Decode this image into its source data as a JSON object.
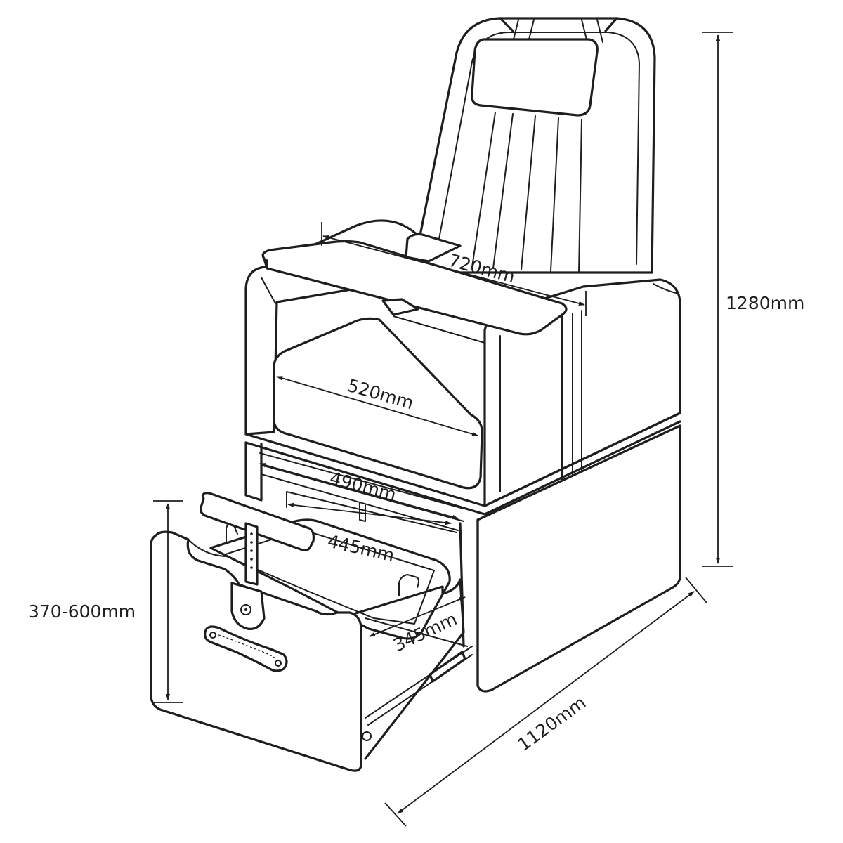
{
  "diagram": {
    "subject": "pedicure chair with pull-out foot basin drawer",
    "dimensions": {
      "total_height": "1280mm",
      "tray_width": "720mm",
      "seat_width": "520mm",
      "opening_width": "490mm",
      "basin_width": "445mm",
      "basin_depth": "345mm",
      "drawer_height": "370-600mm",
      "total_length": "1120mm"
    }
  }
}
